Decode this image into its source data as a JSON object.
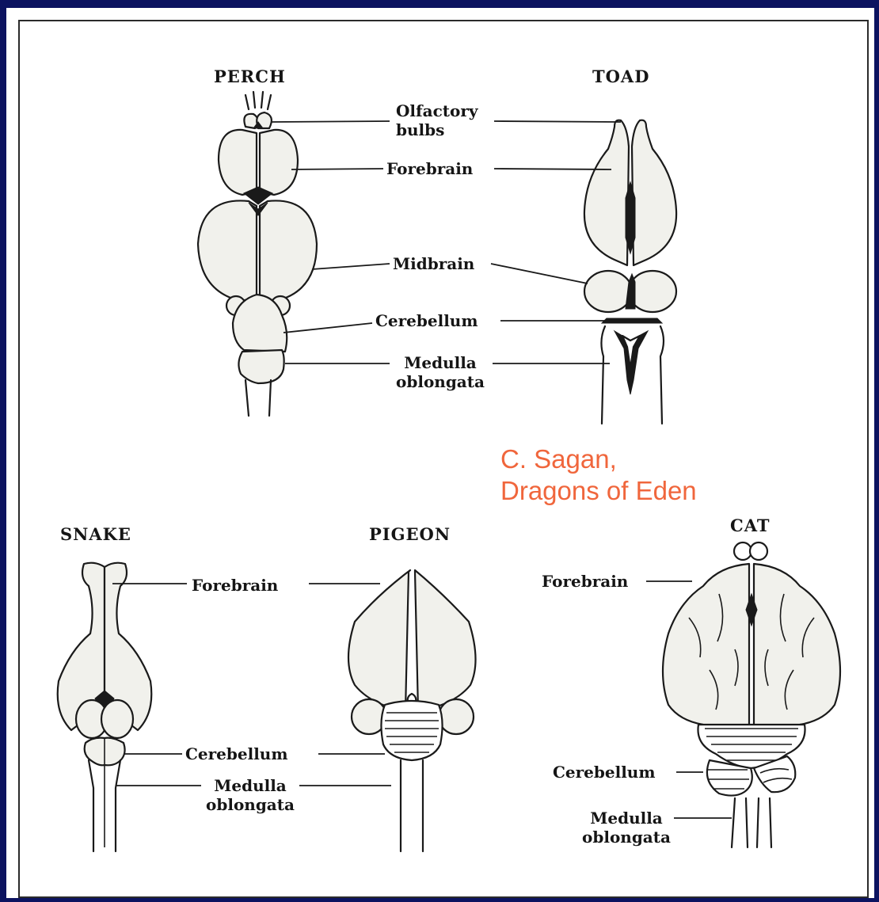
{
  "reference": {
    "line1": "C. Sagan,",
    "line2": "Dragons of Eden"
  },
  "perch": {
    "title": "PERCH"
  },
  "toad": {
    "title": "TOAD"
  },
  "top_labels": {
    "olfactory_1": "Olfactory",
    "olfactory_2": "bulbs",
    "forebrain": "Forebrain",
    "midbrain": "Midbrain",
    "cerebellum": "Cerebellum",
    "medulla_1": "Medulla",
    "medulla_2": "oblongata"
  },
  "snake": {
    "title": "SNAKE"
  },
  "pigeon": {
    "title": "PIGEON"
  },
  "bottom_labels": {
    "forebrain": "Forebrain",
    "cerebellum": "Cerebellum",
    "medulla_1": "Medulla",
    "medulla_2": "oblongata"
  },
  "cat": {
    "title": "CAT",
    "forebrain": "Forebrain",
    "cerebellum": "Cerebellum",
    "medulla_1": "Medulla",
    "medulla_2": "oblongata"
  },
  "colors": {
    "background": "#0c1360",
    "panel": "#ffffff",
    "reference_text": "#f0663c"
  }
}
